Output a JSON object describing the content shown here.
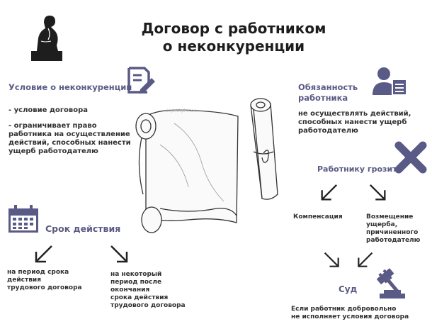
{
  "title": {
    "line1": "Договор с работником",
    "line2": "о неконкуренции"
  },
  "noncompete": {
    "heading": "Условие о неконкуренции",
    "item1": "- условие договора",
    "item2_lines": [
      "- ограничивает право",
      "работника на осуществление",
      "действий, способных нанести",
      "ущерб работодателю"
    ]
  },
  "term": {
    "heading": "Срок  действия",
    "option1_lines": [
      "на период срока",
      "действия",
      "трудового договора"
    ],
    "option2_lines": [
      "на некоторый",
      "период  после",
      "окончания",
      "срока действия",
      "трудового договора"
    ]
  },
  "duty": {
    "heading_lines": [
      "Обязанность",
      "работника"
    ],
    "text_lines": [
      "не осуществлять действий,",
      "способных нанести ущерб",
      "работодателю"
    ]
  },
  "threat": {
    "heading": "Работнику грозит",
    "compensation": "Компенсация",
    "damages_lines": [
      "Возмещение",
      "ущерба,",
      "причиненного",
      "работодателю"
    ]
  },
  "court": {
    "heading": "Суд",
    "note_lines": [
      "Если работник добровольно",
      "не исполняет условия договора"
    ]
  },
  "watermark": "depositphotos",
  "icons": [
    "thinker-statue-icon",
    "document-edit-icon",
    "calendar-icon",
    "user-document-icon",
    "cross-icon",
    "gavel-icon",
    "arrow-down-left-icon",
    "arrow-down-right-icon",
    "scroll-illustration"
  ],
  "colors": {
    "accent": "#5a5a86",
    "text": "#2b2b2b",
    "background": "#ffffff"
  }
}
